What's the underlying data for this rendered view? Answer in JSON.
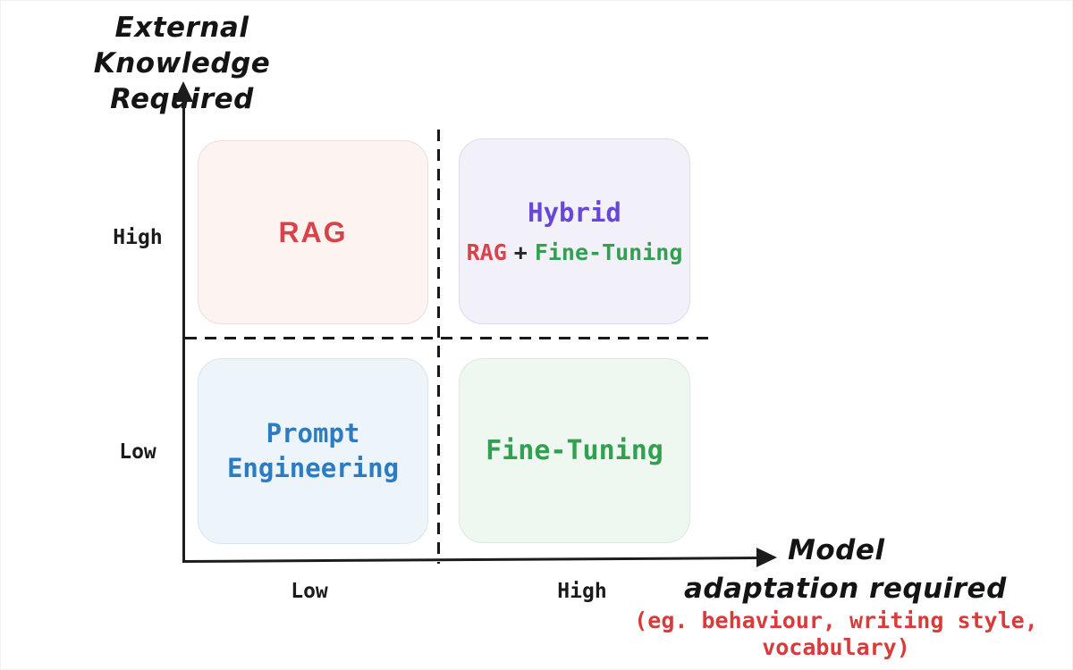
{
  "colors": {
    "axis": "#1c1c1c",
    "red": "#d8434a",
    "purple": "#6847d8",
    "blue": "#2b7cc2",
    "green": "#339f51",
    "plus_dark": "#252525",
    "note_red": "#d93b3b",
    "rag_bg": "#fdf3f1",
    "rag_border": "#ebdfdd",
    "hybrid_bg": "#f2f1fa",
    "hybrid_border": "#dcdaeb",
    "prompt_bg": "#edf5fb",
    "prompt_border": "#d8e5ef",
    "finetune_bg": "#eff7f1",
    "finetune_border": "#dbe9df"
  },
  "y_axis": {
    "title_line1": "External Knowledge",
    "title_line2": "Required",
    "tick_high": "High",
    "tick_low": "Low"
  },
  "x_axis": {
    "tick_low": "Low",
    "tick_high": "High",
    "title_line1": "Model",
    "title_line2": "adaptation required",
    "note_line1": "(eg. behaviour, writing style,",
    "note_line2": "vocabulary)"
  },
  "quadrants": {
    "top_left": {
      "label": "RAG"
    },
    "top_right": {
      "label": "Hybrid",
      "sub_parts": [
        {
          "text": "RAG"
        },
        {
          "text": "+"
        },
        {
          "text": "Fine-Tuning"
        }
      ]
    },
    "bottom_left": {
      "label_line1": "Prompt",
      "label_line2": "Engineering"
    },
    "bottom_right": {
      "label": "Fine-Tuning"
    }
  }
}
